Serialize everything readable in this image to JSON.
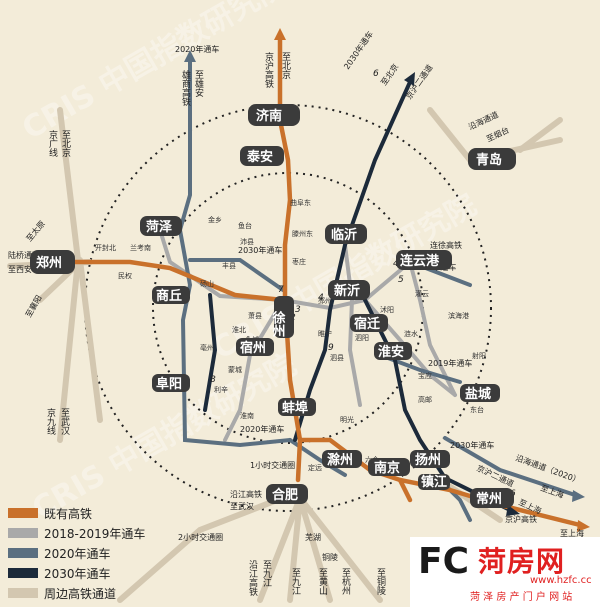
{
  "colors": {
    "existing": "#c9712b",
    "y2018_2019": "#a9a9a9",
    "y2020": "#5b6f80",
    "y2030": "#1c2a3a",
    "surrounding": "#d3c7b0",
    "background": "#f3ecd9",
    "city_box": "#3b3b3b",
    "brand_red": "#e02020"
  },
  "major_cities": [
    {
      "id": "jinan",
      "name": "济南"
    },
    {
      "id": "zhengzhou",
      "name": "郑州"
    },
    {
      "id": "qingdao",
      "name": "青岛"
    },
    {
      "id": "taian",
      "name": "泰安"
    },
    {
      "id": "linyi",
      "name": "临沂"
    },
    {
      "id": "heze",
      "name": "菏泽"
    },
    {
      "id": "xinyi",
      "name": "新沂"
    },
    {
      "id": "lianyungang",
      "name": "连云港"
    },
    {
      "id": "shangqiu",
      "name": "商丘"
    },
    {
      "id": "xuzhou",
      "name": "徐州"
    },
    {
      "id": "suqian",
      "name": "宿迁"
    },
    {
      "id": "suzhou",
      "name": "宿州"
    },
    {
      "id": "huaian",
      "name": "淮安"
    },
    {
      "id": "yancheng",
      "name": "盐城"
    },
    {
      "id": "fuyang",
      "name": "阜阳"
    },
    {
      "id": "bengbu",
      "name": "蚌埠"
    },
    {
      "id": "chuzhou",
      "name": "滁州"
    },
    {
      "id": "nanjing",
      "name": "南京"
    },
    {
      "id": "yangzhou",
      "name": "扬州"
    },
    {
      "id": "zhenjiang",
      "name": "镇江"
    },
    {
      "id": "changzhou",
      "name": "常州"
    },
    {
      "id": "hefei",
      "name": "合肥"
    }
  ],
  "stations": [
    {
      "id": "zaozhuang",
      "name": "枣庄"
    },
    {
      "id": "qufu",
      "name": "曲阜东"
    },
    {
      "id": "tengzhou",
      "name": "滕州东"
    },
    {
      "id": "peixian",
      "name": "沛县"
    },
    {
      "id": "fengxian",
      "name": "丰县"
    },
    {
      "id": "dangshan",
      "name": "砀山"
    },
    {
      "id": "xiaoxian",
      "name": "萧县"
    },
    {
      "id": "suiningc",
      "name": "睢宁"
    },
    {
      "id": "pizhou",
      "name": "邳州"
    },
    {
      "id": "siyang",
      "name": "泗阳"
    },
    {
      "id": "shuyang",
      "name": "沭阳"
    },
    {
      "id": "guanyun",
      "name": "灌云"
    },
    {
      "id": "lianshui",
      "name": "涟水"
    },
    {
      "id": "bozhou",
      "name": "亳州"
    },
    {
      "id": "mengcheng",
      "name": "蒙城"
    },
    {
      "id": "huaibei",
      "name": "淮北"
    },
    {
      "id": "lixin",
      "name": "利辛"
    },
    {
      "id": "huainan",
      "name": "淮南"
    },
    {
      "id": "mingguang",
      "name": "明光"
    },
    {
      "id": "gaoyou",
      "name": "高邮"
    },
    {
      "id": "baoying",
      "name": "宝应"
    },
    {
      "id": "liuhe",
      "name": "六合"
    },
    {
      "id": "dingyuan",
      "name": "定远"
    },
    {
      "id": "jinxiang",
      "name": "金乡"
    },
    {
      "id": "yutai",
      "name": "鱼台"
    },
    {
      "id": "minquan",
      "name": "民权"
    },
    {
      "id": "kaifeng",
      "name": "开封北"
    },
    {
      "id": "lankao",
      "name": "兰考南"
    },
    {
      "id": "yongcheng",
      "name": "永城"
    },
    {
      "id": "sixian",
      "name": "泗县"
    },
    {
      "id": "binhai",
      "name": "滨海港"
    },
    {
      "id": "sheyang",
      "name": "射阳"
    },
    {
      "id": "dongtai",
      "name": "东台"
    }
  ],
  "annotations": {
    "beijing_xiong_an": "2020年通车",
    "jingjiu": "至雄安",
    "xiongshang": "雄商高铁",
    "jinghu_top": "京沪高铁",
    "zhibeijing_top": "至北京",
    "jinghu2": "京沪二通道",
    "jinghu2_year": "2030年通车",
    "yanbei": "至北京",
    "yanhai": "沿海通道",
    "zhiyantai": "至烟台",
    "jingguang": "京广线",
    "zhibeijing_left": "至北京",
    "luqiao": "陆桥通道",
    "zhixian": "至西安",
    "zhitaiyuan": "至太原",
    "zhixiangyang": "至襄阳",
    "zhiwuhan": "至武汉",
    "jingjiu_left": "京九线",
    "xu_lian": "连徐高铁",
    "xu_lian_year": "2020年通车",
    "y2030_center": "2030年通车",
    "y2019_east": "2019年通车",
    "y2030_east": "2030年通车",
    "y2020_south": "2020年通车",
    "circle1": "1小时交通圈",
    "circle2": "2小时交通圈",
    "yanjiang": "沿江高铁",
    "zhiwuhan_bottom": "至武汉",
    "yanhai_south": "沿海通道（2020）",
    "zhishanghai": "至上海",
    "jinghu_bottom": "京沪高铁",
    "zhishanghai2": "至上海",
    "jinghu2_bottom": "京沪二通道",
    "zhishanghai_bottom": "至上海",
    "yanjiang_bottom": "沿江高铁",
    "zhijiujiang": "至九江",
    "zhiluojiang": "至九江",
    "zhihangzhou": "至杭州",
    "zhihuangshan": "至黄山",
    "zhituling": "至铜陵",
    "wuhu": "芜湖",
    "tongling": "铜陵",
    "hefei_bottom_label": "合肥",
    "jinghu2_num": "6",
    "line4": "4",
    "line5": "5",
    "line7": "7",
    "line8": "8",
    "line9": "9",
    "line6": "6",
    "line3": "3",
    "line2": "2",
    "line1": "1"
  },
  "legend": [
    {
      "label": "既有高铁",
      "color_key": "existing"
    },
    {
      "label": "2018-2019年通车",
      "color_key": "y2018_2019"
    },
    {
      "label": "2020年通车",
      "color_key": "y2020"
    },
    {
      "label": "2030年通车",
      "color_key": "y2030"
    },
    {
      "label": "周边高铁通道",
      "color_key": "surrounding"
    }
  ],
  "watermark": {
    "text1": "CRIS 中国指数研究院",
    "text2": "CRIS 中国指数研究院",
    "text3": "CRIS 中国指数研究院"
  },
  "logo": {
    "fc": "FC",
    "name": "菏房网",
    "sub": "菏 泽 房 产 门 户 网 站",
    "url": "www.hzfc.cc"
  }
}
